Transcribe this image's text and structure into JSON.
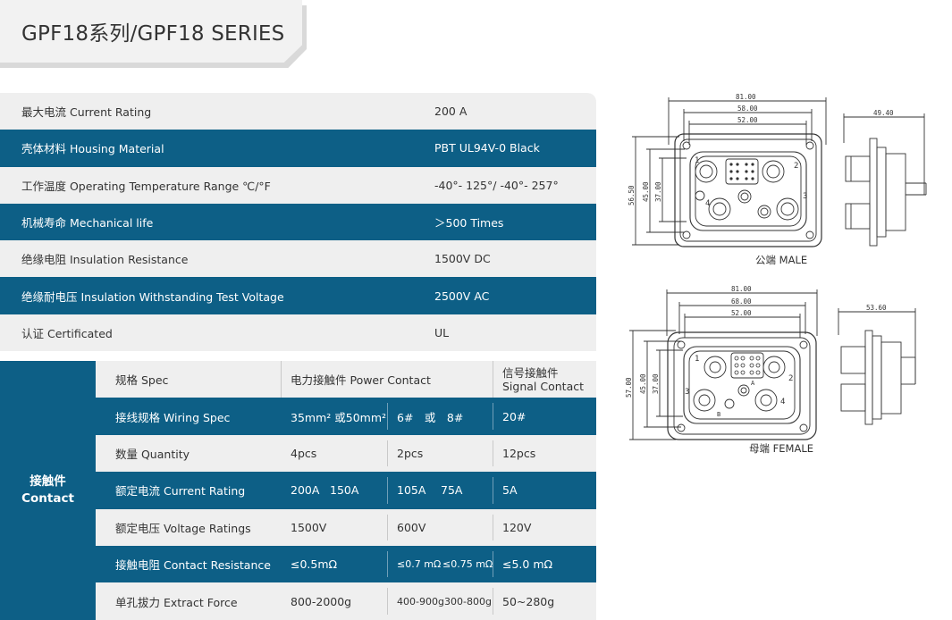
{
  "title": "GPF18系列/GPF18 SERIES",
  "specs": [
    {
      "label": "最大电流 Current Rating",
      "value": "200 A"
    },
    {
      "label": "壳体材料 Housing Material",
      "value": "PBT UL94V-0 Black"
    },
    {
      "label": "工作温度 Operating Temperature Range ℃/°F",
      "value": "-40°- 125°/ -40°- 257°"
    },
    {
      "label": "机械寿命 Mechanical life",
      "value": "＞500 Times"
    },
    {
      "label": "绝缘电阻 Insulation Resistance",
      "value": "1500V DC"
    },
    {
      "label": "绝缘耐电压 Insulation Withstanding Test Voltage",
      "value": "2500V AC"
    },
    {
      "label": "认证 Certificated",
      "value": "UL"
    }
  ],
  "contact": {
    "section_zh": "接触件",
    "section_en": "Contact",
    "header": {
      "spec": "规格 Spec",
      "power": "电力接触件 Power Contact",
      "signal_zh": "信号接触件",
      "signal_en": "Signal Contact"
    },
    "rows": [
      {
        "label": "接线规格 Wiring Spec",
        "a1": "35mm² 或50mm²",
        "a2": "",
        "b1": "6#　或　8#",
        "b2": "",
        "d": "20#"
      },
      {
        "label": "数量 Quantity",
        "a1": "4pcs",
        "a2": "",
        "b1": "2pcs",
        "b2": "",
        "d": "12pcs"
      },
      {
        "label": "额定电流 Current Rating",
        "a1": "200A",
        "a2": "150A",
        "b1": "105A",
        "b2": "75A",
        "d": "5A"
      },
      {
        "label": "额定电压 Voltage Ratings",
        "a1": "1500V",
        "a2": "",
        "b1": "600V",
        "b2": "",
        "d": "120V"
      },
      {
        "label": "接触电阻 Contact Resistance",
        "a1": "≤0.5mΩ",
        "a2": "",
        "b1": "≤0.7 mΩ",
        "b2": "≤0.75 mΩ",
        "d": "≤5.0 mΩ"
      },
      {
        "label": "单孔拔力 Extract Force",
        "a1": "800-2000g",
        "a2": "",
        "b1": "400-900g",
        "b2": "300-800g",
        "d": "50~280g"
      }
    ]
  },
  "drawings": {
    "male": {
      "caption": "公端 MALE",
      "dims": {
        "w1": "81.00",
        "w2": "58.00",
        "w3": "52.00",
        "side": "49.40",
        "h1": "56.50",
        "h2": "45.00",
        "h3": "37.00"
      },
      "pins": {
        "p1": "1",
        "p2": "2",
        "p3": "3",
        "p4": "4"
      }
    },
    "female": {
      "caption": "母端 FEMALE",
      "dims": {
        "w1": "81.00",
        "w2": "68.00",
        "w3": "52.00",
        "side": "53.60",
        "h1": "57.00",
        "h2": "45.00",
        "h3": "37.00"
      },
      "pins": {
        "p1": "1",
        "p2": "2",
        "p3": "3",
        "p4": "4",
        "pa": "A",
        "pb": "B"
      }
    }
  },
  "colors": {
    "accent": "#0d5f86",
    "row_light": "#efefef",
    "title_bg": "#f2f2f2"
  }
}
